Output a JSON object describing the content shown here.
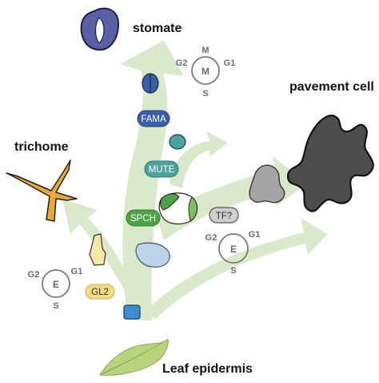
{
  "labels": {
    "stomate": "stomate",
    "pavement_cell": "pavement cell",
    "trichome": "trichome",
    "leaf_epidermis": "Leaf epidermis"
  },
  "factors": {
    "fama": "FAMA",
    "mute": "MUTE",
    "spch": "SPCH",
    "gl2": "GL2",
    "tf": "TF?"
  },
  "cycles": {
    "mitotic": {
      "center": "M",
      "top": "M",
      "left": "G2",
      "right": "G1",
      "bottom": "S"
    },
    "endo_right": {
      "center": "E",
      "left": "G2",
      "right": "G1",
      "bottom": "S"
    },
    "endo_left": {
      "center": "E",
      "left": "G2",
      "right": "G1",
      "bottom": "S"
    }
  },
  "colors": {
    "arrow": "#d8e8c8",
    "fama": "#3b5fa6",
    "mute": "#4aa3a0",
    "spch": "#4ea247",
    "gl2": "#f2dc82",
    "tf": "#cfcfcf",
    "stomate": "#5a60a8",
    "pavement": "#4d4d4d",
    "trichome": "#e8a93a",
    "leaf": "#b9d47a"
  }
}
